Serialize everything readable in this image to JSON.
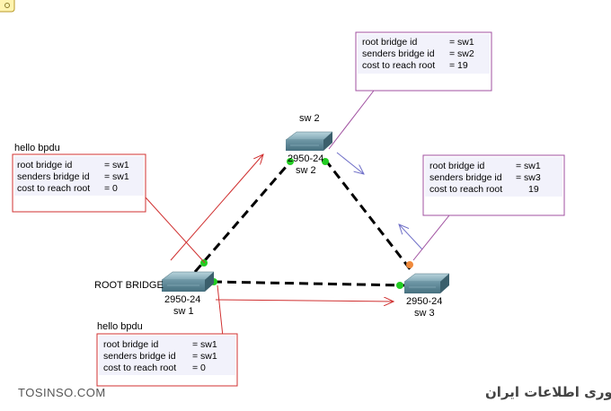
{
  "devices": {
    "sw1": {
      "model": "2950-24",
      "name": "sw 1",
      "tag": "ROOT BRIDGE"
    },
    "sw2": {
      "model": "2950-24",
      "name": "sw 2",
      "tag": "sw 2"
    },
    "sw3": {
      "model": "2950-24",
      "name": "sw 3"
    }
  },
  "bpdu_sw1_to_sw2": {
    "title": "hello bpdu",
    "lines": [
      {
        "key": "root bridge id",
        "val": "=  sw1"
      },
      {
        "key": "senders bridge id",
        "val": "=  sw1"
      },
      {
        "key": "cost to reach root",
        "val": "=  0"
      }
    ]
  },
  "bpdu_sw1_to_sw3": {
    "title": "hello bpdu",
    "lines": [
      {
        "key": "root bridge id",
        "val": "=  sw1"
      },
      {
        "key": "senders bridge id",
        "val": "=  sw1"
      },
      {
        "key": "cost to reach root",
        "val": "=  0"
      }
    ]
  },
  "bpdu_sw2": {
    "lines": [
      {
        "key": "root bridge id",
        "val": "=  sw1"
      },
      {
        "key": "senders bridge id",
        "val": "=  sw2"
      },
      {
        "key": "cost to reach root",
        "val": "=  19"
      }
    ]
  },
  "bpdu_sw3": {
    "lines": [
      {
        "key": "root bridge id",
        "val": "=  sw1"
      },
      {
        "key": "senders bridge id",
        "val": "=  sw3"
      },
      {
        "key": "cost to reach root",
        "val": "19"
      }
    ]
  },
  "footer": {
    "left": "TOSINSO.COM",
    "right": "ITPro.ir - وب سایت تخصصی فناوری اطلاعات ایران"
  },
  "colors": {
    "link": "#000000",
    "port_green": "#22cc22",
    "port_orange": "#f08a3c",
    "box_red": "#d03030",
    "box_purple": "#a050a0",
    "arrow_red": "#d03030",
    "arrow_blue": "#7070c8"
  },
  "icons": [
    "switch-icon",
    "notepad-icon"
  ]
}
